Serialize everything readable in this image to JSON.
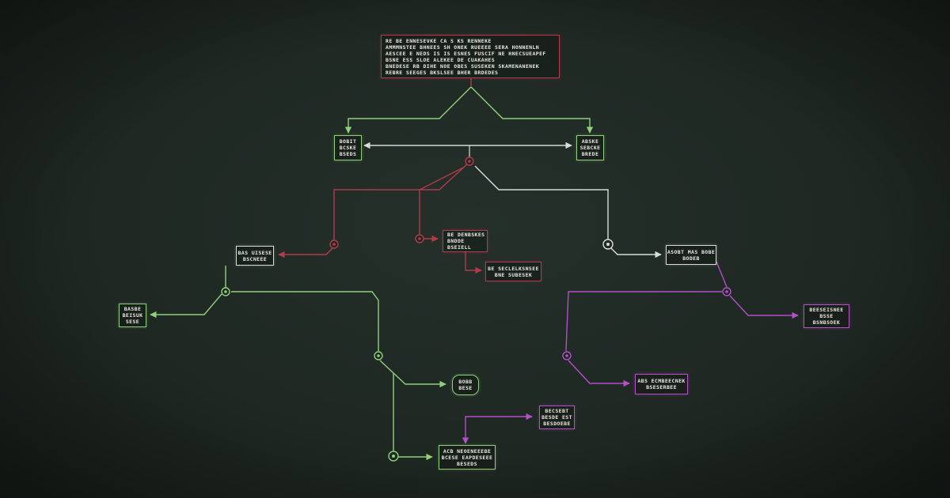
{
  "colors": {
    "background": "#1f2823",
    "red": "#b33a4a",
    "green": "#8fd07a",
    "white": "#d8ddd8",
    "purple": "#b44fc8"
  },
  "nodes": {
    "root": {
      "lines": [
        "RE BE ENNESEVKE  CA S KS RENNEKE",
        "AMMMNSTEE BHNEES  SH ONEK RUEEEE SERA HONNENLN",
        "AESCEE E NEDS IS IS ESNES FUSCIF NE HNECSUEAPEF",
        "BSNE ESS SLOE ALEKEE  DE CUAKAHES",
        "BNEDESE RB DIHE NOE OBES SUSEKEN SKAMENANENEK",
        "REBRE SEEGES  BKSLSEE BHER BRDEDES"
      ]
    },
    "left_a": {
      "lines": [
        "BOBIT",
        "BCSKE",
        "BSEDS"
      ]
    },
    "right_a": {
      "lines": [
        "ABSKE",
        "SEBCKE",
        "BREDE"
      ]
    },
    "mid_red": {
      "lines": [
        "BE DENBSKES",
        "BNDDE",
        "BSEIELL"
      ]
    },
    "mid_red2": {
      "lines": [
        "BE SECLELKSNSEE",
        "BNE SUBESEK"
      ]
    },
    "left_b": {
      "lines": [
        "BAS UISESE",
        "BSCNEEE"
      ]
    },
    "right_b": {
      "lines": [
        "ASOBT MAS BOBE",
        "BODEB"
      ]
    },
    "far_left": {
      "lines": [
        "BASBE",
        "BEISUK",
        "SESE"
      ]
    },
    "far_right": {
      "lines": [
        "BEESEISNEE",
        "BSSE",
        "BSNBSOEK"
      ]
    },
    "pill": {
      "lines": [
        "BOBB",
        "BESE"
      ]
    },
    "purple_mid": {
      "lines": [
        "ABS ECMBEECNEK",
        "BSESERBEE"
      ]
    },
    "purple_small": {
      "lines": [
        "BECSEBT",
        "BESDE EST",
        "BESDOEBE"
      ]
    },
    "bottom": {
      "lines": [
        "ACB NEOENEEEBE",
        "BCESE EAPDESEEE",
        "BESEDS"
      ]
    }
  }
}
